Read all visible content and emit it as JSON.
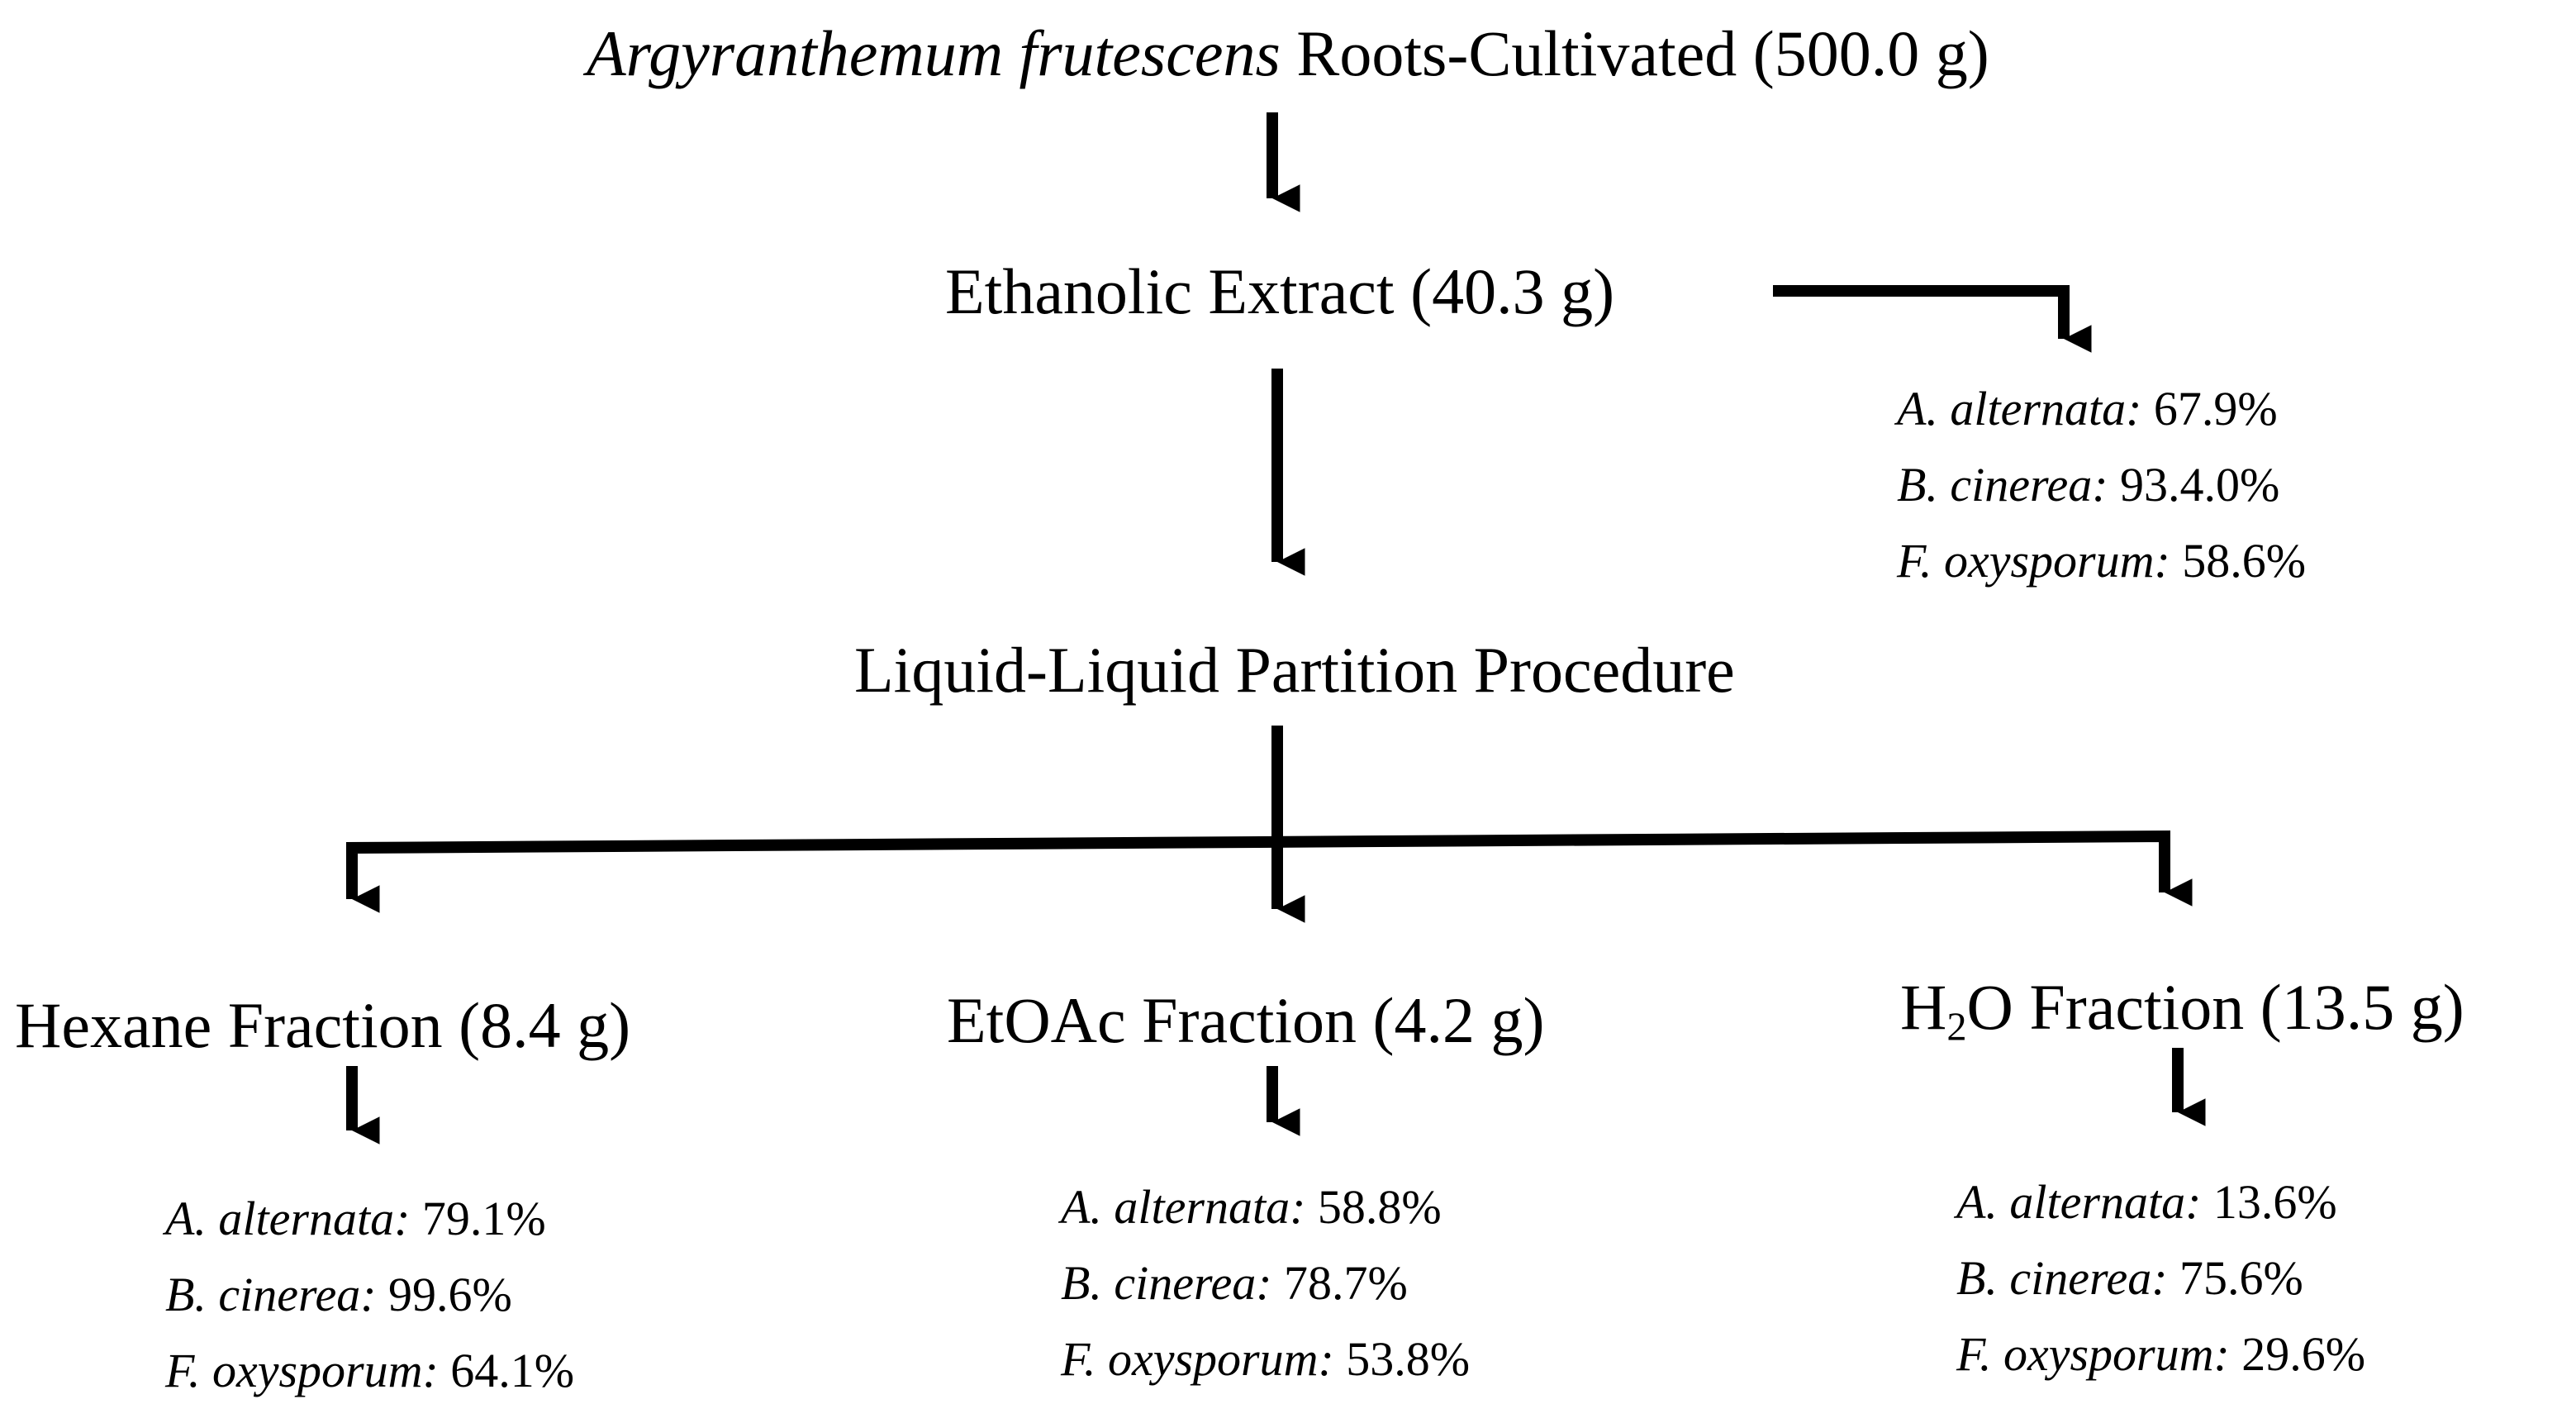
{
  "root": {
    "species": "Argyranthemum frutescens",
    "rest": "Roots-Cultivated (500.0 g)"
  },
  "extract": {
    "label": "Ethanolic Extract (40.3 g)"
  },
  "extract_activity": [
    {
      "organism": "A. alternata:",
      "value": "67.9%"
    },
    {
      "organism": "B. cinerea:",
      "value": "93.4.0%"
    },
    {
      "organism": "F. oxysporum:",
      "value": "58.6%"
    }
  ],
  "partition": {
    "label": "Liquid-Liquid Partition Procedure"
  },
  "fractions": {
    "hexane": {
      "label": "Hexane Fraction (8.4 g)",
      "activity": [
        {
          "organism": "A. alternata:",
          "value": "79.1%"
        },
        {
          "organism": "B. cinerea:",
          "value": "99.6%"
        },
        {
          "organism": "F. oxysporum:",
          "value": "64.1%"
        }
      ]
    },
    "etoac": {
      "label": "EtOAc Fraction (4.2 g)",
      "activity": [
        {
          "organism": "A. alternata:",
          "value": "58.8%"
        },
        {
          "organism": "B. cinerea:",
          "value": "78.7%"
        },
        {
          "organism": "F. oxysporum:",
          "value": "53.8%"
        }
      ]
    },
    "water": {
      "label_prefix": "H",
      "label_sub": "2",
      "label_rest": "O Fraction (13.5 g)",
      "activity": [
        {
          "organism": "A. alternata:",
          "value": "13.6%"
        },
        {
          "organism": "B. cinerea:",
          "value": "75.6%"
        },
        {
          "organism": "F. oxysporum:",
          "value": "29.6%"
        }
      ]
    }
  }
}
